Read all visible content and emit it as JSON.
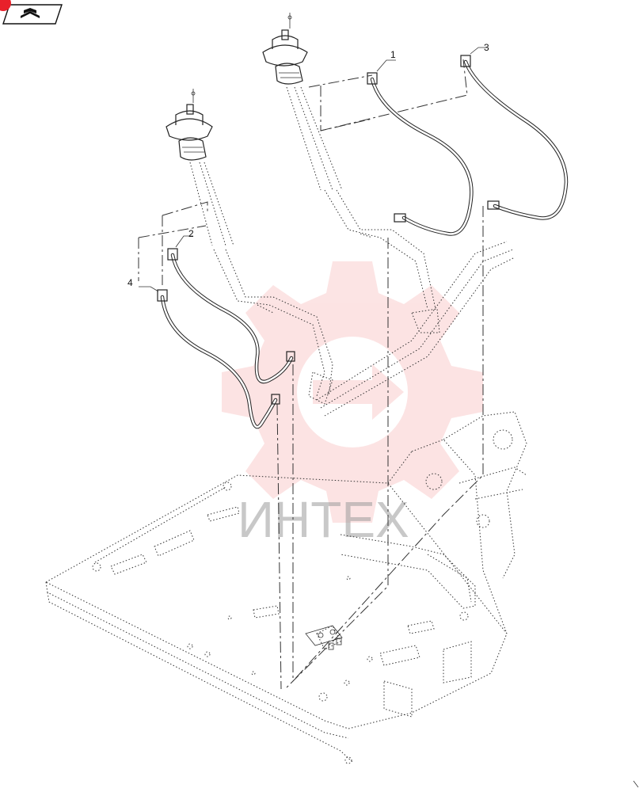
{
  "watermark": {
    "text": "ИНТЕХ",
    "color": "#f06b6b"
  },
  "badge": {
    "icon": "open-book-icon",
    "color": "#e8202a"
  },
  "callouts": [
    {
      "id": "1",
      "text": "1"
    },
    {
      "id": "2",
      "text": "2"
    },
    {
      "id": "3",
      "text": "3"
    },
    {
      "id": "4",
      "text": "4"
    }
  ]
}
